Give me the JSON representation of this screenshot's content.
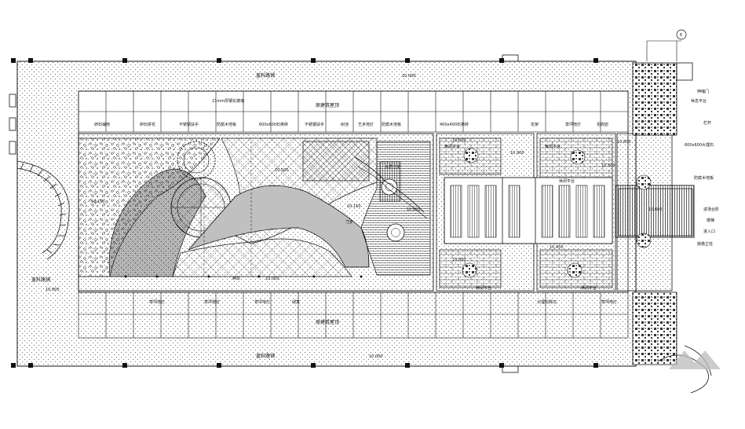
{
  "drawing": {
    "top_roof_label": "原建筑屋顶",
    "bottom_roof_label": "原建筑屋顶",
    "walkway_label_top": "盖料路铺",
    "walkway_label_bottom": "盖料路铺",
    "walkway_label_left": "盖料路铺",
    "level_top": "10.000",
    "level_bottom": "10.000",
    "level_left": "10.000",
    "level_center": "10.000",
    "level_mid": "10.600",
    "level_west": "10.150",
    "level_a": "10.150",
    "level_b": "10.500",
    "level_c": "10.900",
    "level_d": "10.500",
    "level_e": "10.300",
    "level_f": "10.450",
    "level_g": "10.800",
    "level_h": "10.600",
    "level_i": "10.500",
    "top_labels": [
      "卵石铺地",
      "卵石拼花",
      "不锈钢扶手",
      "防腐木地板",
      "600x600石英砖",
      "不锈钢扶手",
      "树池",
      "艺术地灯",
      "防腐木地板",
      "400x400石英砖",
      "花架",
      "草坪地灯",
      "花岗岩"
    ],
    "top_note": "21mm厚钢化玻璃",
    "right_labels": [
      "伸缩门",
      "休息平台",
      "栏杆",
      "600x600大理石",
      "防腐木地板",
      "进场台阶",
      "楼梯",
      "进入口",
      "挑檐立柱"
    ],
    "bottom_labels": [
      "草坪地灯",
      "草坪地灯",
      "草坪地灯",
      "绿篱",
      "大理石砖坑",
      "草坪地灯"
    ],
    "lawn_label": "种草",
    "mid_labels": [
      "休闲平台",
      "木质汀步",
      "休闲平台",
      "休闲平台",
      "休闲平台",
      "休闲平台",
      "汀步"
    ],
    "axis_marker": "6"
  }
}
